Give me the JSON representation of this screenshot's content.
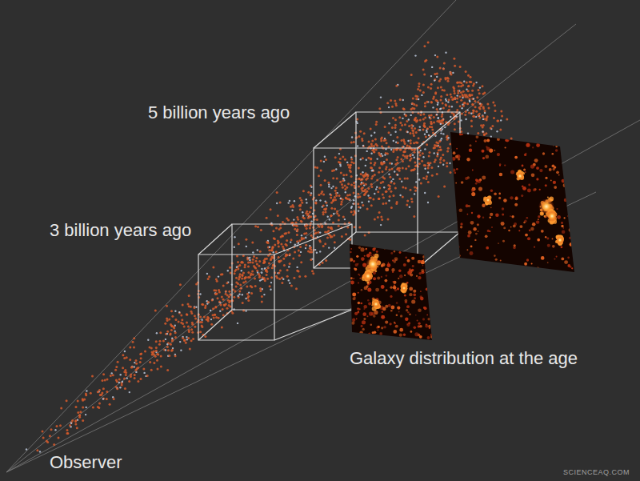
{
  "diagram": {
    "labels": [
      "5 billion years ago",
      "3 billion years ago",
      "Galaxy distribution at the age",
      "Observer",
      "SCIENCEAQ.COM"
    ]
  }
}
